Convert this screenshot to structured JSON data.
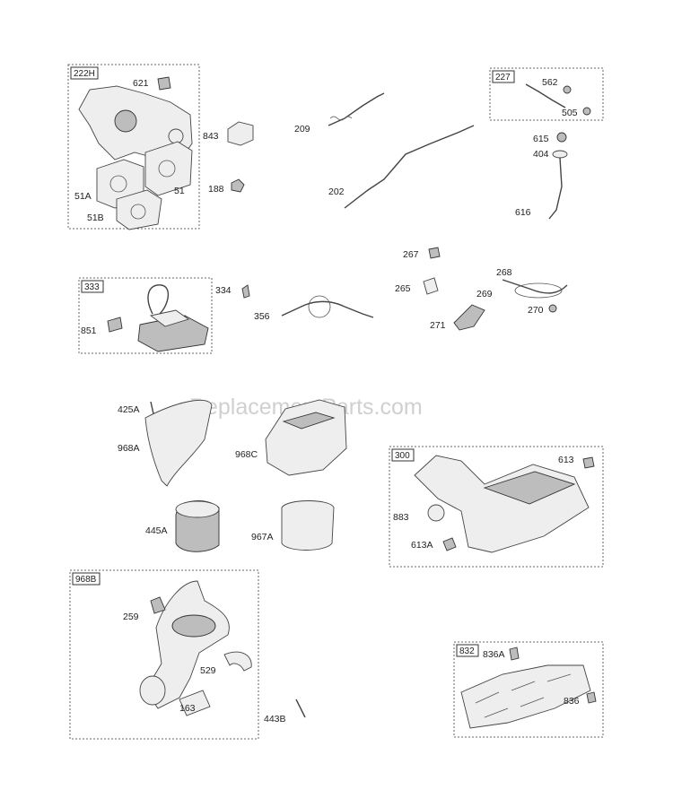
{
  "watermark": "eReplacementParts.com",
  "groups": [
    {
      "id": "222H",
      "label": "222H"
    },
    {
      "id": "227",
      "label": "227"
    },
    {
      "id": "333",
      "label": "333"
    },
    {
      "id": "300",
      "label": "300"
    },
    {
      "id": "968B",
      "label": "968B"
    },
    {
      "id": "832",
      "label": "832"
    }
  ],
  "parts": {
    "p621": "621",
    "p843": "843",
    "p51A": "51A",
    "p51": "51",
    "p51B": "51B",
    "p188": "188",
    "p209": "209",
    "p202": "202",
    "p562": "562",
    "p505": "505",
    "p615": "615",
    "p404": "404",
    "p616": "616",
    "p334": "334",
    "p851": "851",
    "p356": "356",
    "p267": "267",
    "p265": "265",
    "p268": "268",
    "p269": "269",
    "p270": "270",
    "p271": "271",
    "p425A": "425A",
    "p968A": "968A",
    "p968C": "968C",
    "p445A": "445A",
    "p967A": "967A",
    "p613": "613",
    "p883": "883",
    "p613A": "613A",
    "p259": "259",
    "p529": "529",
    "p163": "163",
    "p443B": "443B",
    "p836A": "836A",
    "p836": "836"
  }
}
